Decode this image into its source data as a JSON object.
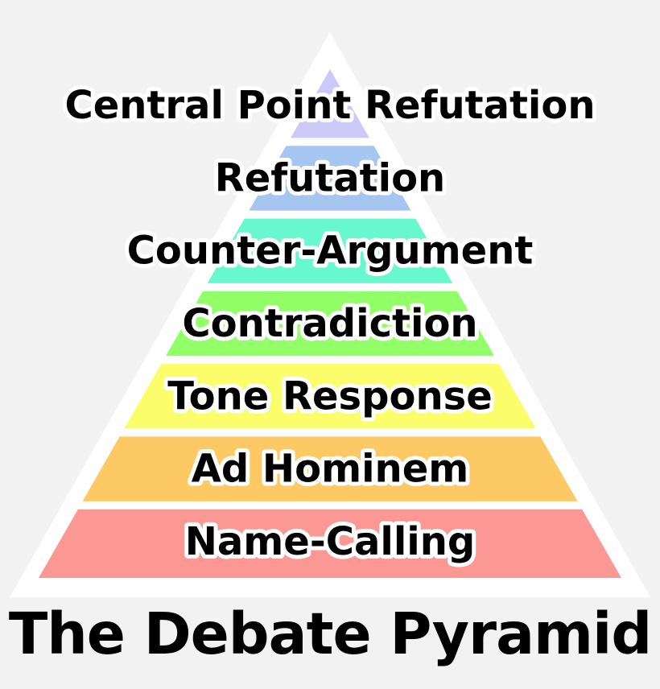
{
  "title": "The Debate Pyramid",
  "tiers": [
    {
      "label": "Central Point Refutation",
      "color": "#cbc9f7"
    },
    {
      "label": "Refutation",
      "color": "#a4c6f1"
    },
    {
      "label": "Counter-Argument",
      "color": "#67f8cd"
    },
    {
      "label": "Contradiction",
      "color": "#92ff68"
    },
    {
      "label": "Tone Response",
      "color": "#fbfd6a"
    },
    {
      "label": "Ad Hominem",
      "color": "#fdc964"
    },
    {
      "label": "Name-Calling",
      "color": "#fb9894"
    }
  ],
  "outline_color": "#ffffff"
}
